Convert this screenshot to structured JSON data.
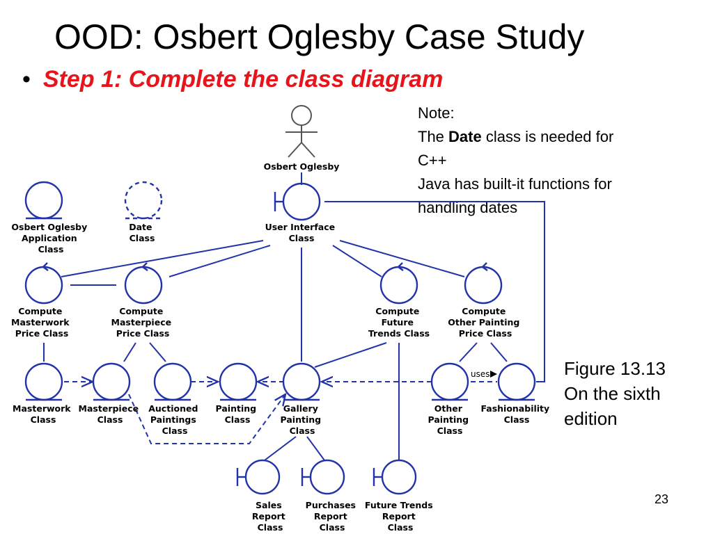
{
  "slide": {
    "title": "OOD: Osbert Oglesby Case Study",
    "bullet": "Step 1: Complete the class diagram",
    "page_number": "23"
  },
  "note": {
    "line1": "Note:",
    "line2_prefix": "The ",
    "line2_bold": "Date",
    "line2_suffix": " class is needed for",
    "line3": "C++",
    "line4": "Java has built-it functions for",
    "line5": "handling dates"
  },
  "figure_caption": {
    "line1": "Figure 13.13",
    "line2": "On the sixth",
    "line3": "edition"
  },
  "diagram": {
    "actor": {
      "label": "Osbert Oglesby"
    },
    "uses_label": "uses",
    "classes": [
      {
        "id": "app",
        "kind": "entity",
        "lines": [
          "Osbert Oglesby",
          "Application",
          "Class"
        ]
      },
      {
        "id": "date",
        "kind": "entity-dashed",
        "lines": [
          "Date",
          "Class"
        ]
      },
      {
        "id": "ui",
        "kind": "boundary",
        "lines": [
          "User Interface",
          "Class"
        ]
      },
      {
        "id": "cmw",
        "kind": "control",
        "lines": [
          "Compute",
          "Masterwork",
          "Price Class"
        ]
      },
      {
        "id": "cmp",
        "kind": "control",
        "lines": [
          "Compute",
          "Masterpiece",
          "Price Class"
        ]
      },
      {
        "id": "cft",
        "kind": "control",
        "lines": [
          "Compute",
          "Future",
          "Trends Class"
        ]
      },
      {
        "id": "cop",
        "kind": "control",
        "lines": [
          "Compute",
          "Other Painting",
          "Price Class"
        ]
      },
      {
        "id": "mw",
        "kind": "entity",
        "lines": [
          "Masterwork",
          "Class"
        ]
      },
      {
        "id": "mp",
        "kind": "entity",
        "lines": [
          "Masterpiece",
          "Class"
        ]
      },
      {
        "id": "ap",
        "kind": "entity",
        "lines": [
          "Auctioned",
          "Paintings",
          "Class"
        ]
      },
      {
        "id": "pt",
        "kind": "entity",
        "lines": [
          "Painting",
          "Class"
        ]
      },
      {
        "id": "gp",
        "kind": "entity",
        "lines": [
          "Gallery",
          "Painting",
          "Class"
        ]
      },
      {
        "id": "op",
        "kind": "entity",
        "lines": [
          "Other",
          "Painting",
          "Class"
        ]
      },
      {
        "id": "fs",
        "kind": "entity",
        "lines": [
          "Fashionability",
          "Class"
        ]
      },
      {
        "id": "srr",
        "kind": "boundary",
        "lines": [
          "Sales",
          "Report",
          "Class"
        ]
      },
      {
        "id": "prr",
        "kind": "boundary",
        "lines": [
          "Purchases",
          "Report",
          "Class"
        ]
      },
      {
        "id": "ftr",
        "kind": "boundary",
        "lines": [
          "Future Trends",
          "Report",
          "Class"
        ]
      }
    ]
  },
  "colors": {
    "diagram": "#2233aa",
    "accent": "#e8141b"
  }
}
